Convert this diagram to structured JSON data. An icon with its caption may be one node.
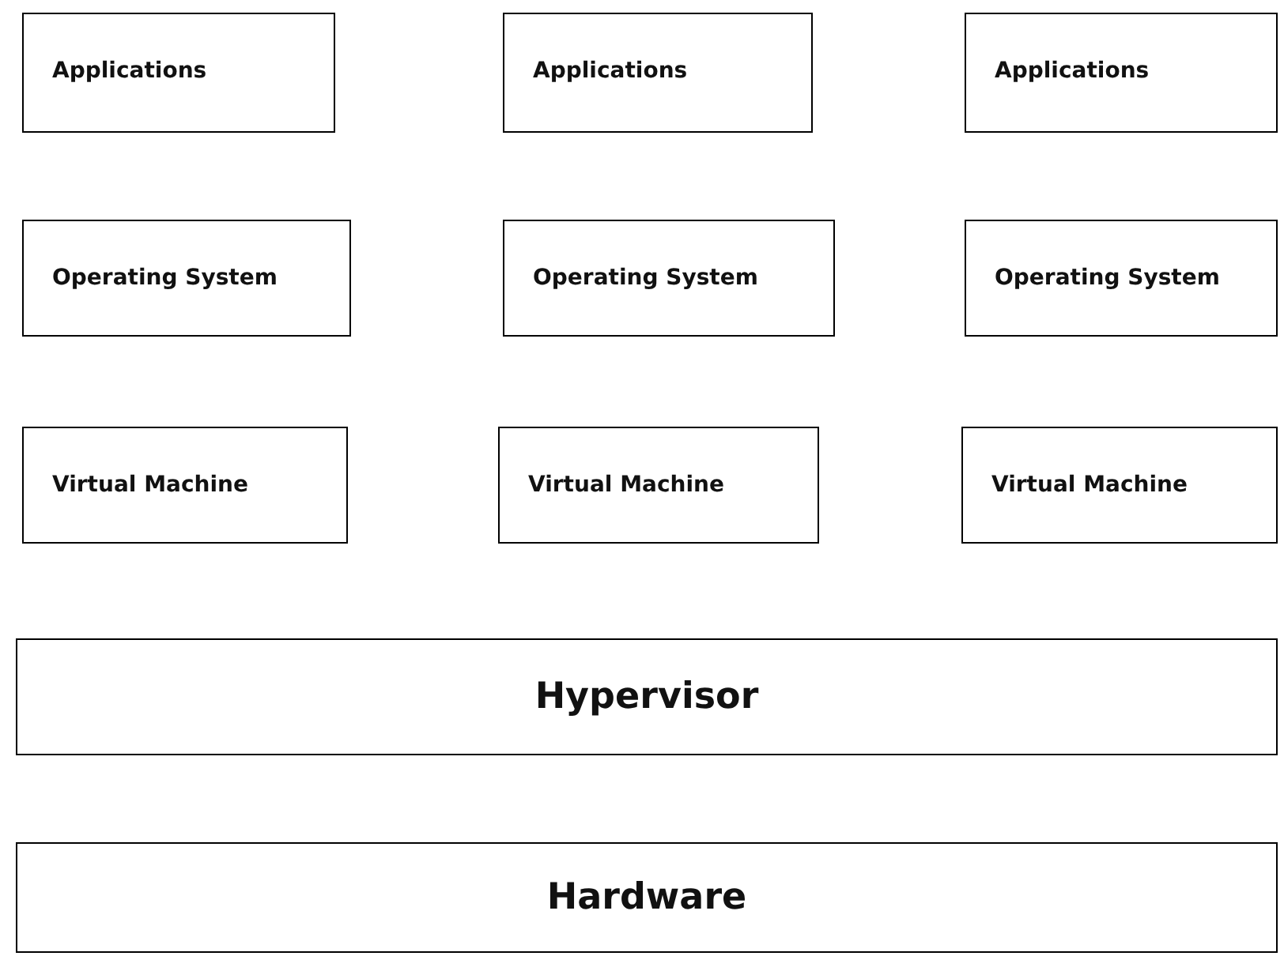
{
  "diagram": {
    "nodes": [
      {
        "text": [
          "Applications"
        ]
      },
      {
        "text": [
          "Applications"
        ]
      },
      {
        "text": [
          "Applications"
        ]
      },
      {
        "text": [
          "Operating System"
        ]
      },
      {
        "text": [
          "Operating System"
        ]
      },
      {
        "text": [
          "Operating System"
        ]
      },
      {
        "text": [
          "Virtual Machine"
        ]
      },
      {
        "text": [
          "Virtual Machine"
        ]
      },
      {
        "text": [
          "Virtual Machine"
        ]
      },
      {
        "text": [
          "Hypervisor"
        ]
      },
      {
        "text": [
          "Hardware"
        ]
      }
    ]
  }
}
